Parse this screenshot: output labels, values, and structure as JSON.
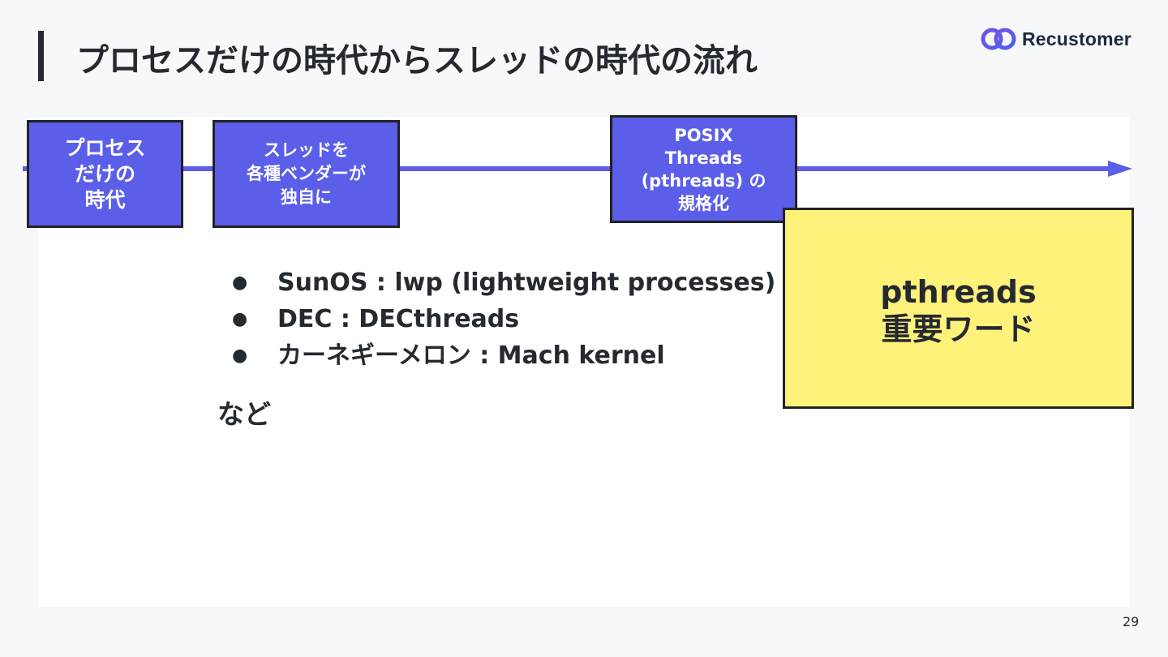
{
  "slide": {
    "title": "プロセスだけの時代からスレッドの時代の流れ",
    "page_number": "29"
  },
  "brand": {
    "name": "Recustomer",
    "logo_icon": "linked-rings-icon",
    "colors": {
      "primary": "#5b5ee9",
      "gradient_start": "#6b4fe0",
      "gradient_end": "#8a5bf0"
    }
  },
  "timeline": {
    "color": "#5b5ee9",
    "stages": [
      {
        "label": "プロセス\nだけの\n時代"
      },
      {
        "label": "スレッドを\n各種ベンダーが\n独自に"
      },
      {
        "label": "POSIX\nThreads\n(pthreads) の\n規格化"
      }
    ]
  },
  "examples": [
    "SunOS : lwp (lightweight processes)",
    "DEC : DECthreads",
    "カーネギーメロン :  Mach kernel"
  ],
  "examples_suffix": "など",
  "keyword_box": {
    "text": "pthreads\n重要ワード",
    "background": "#fff27a"
  }
}
